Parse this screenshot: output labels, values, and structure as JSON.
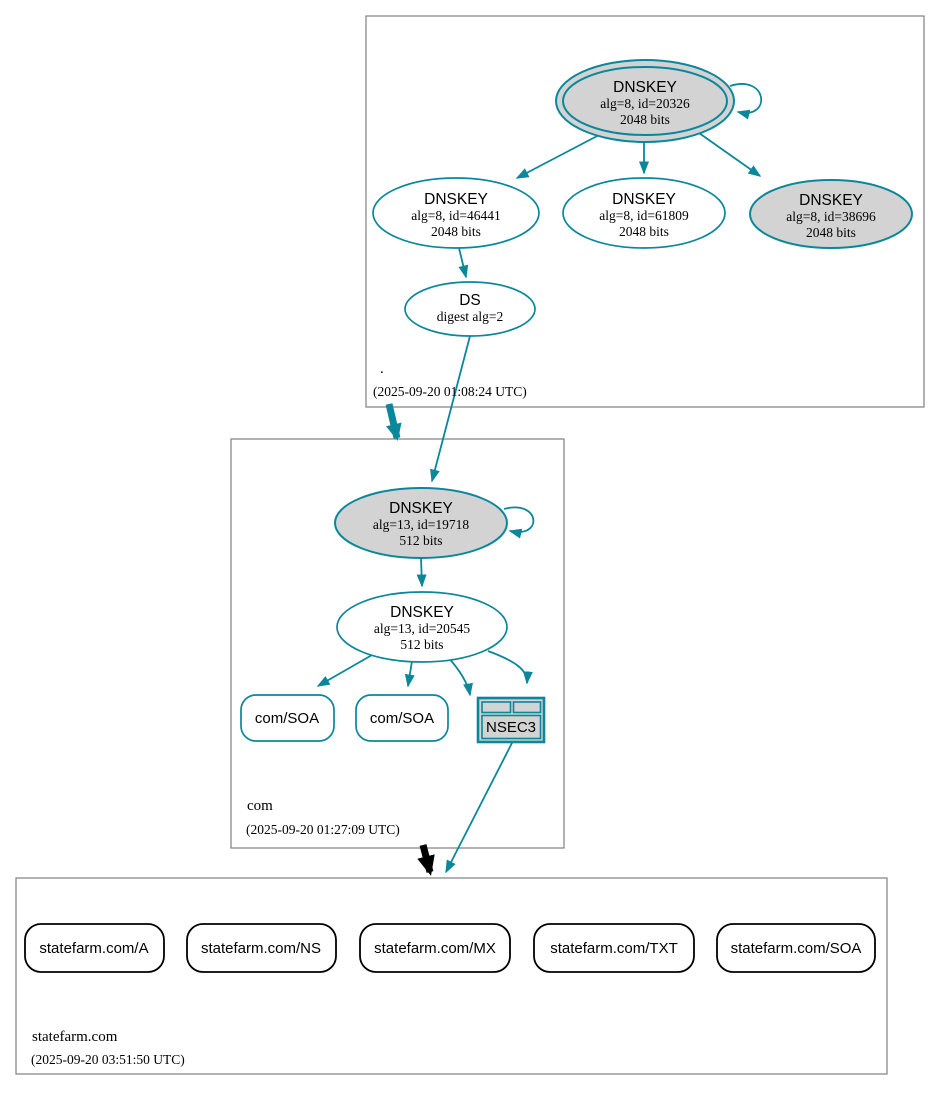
{
  "diagram": {
    "type": "dnssec-authentication-chain",
    "colors": {
      "secure": "#0a879a",
      "warning_fill": "#d3d3d3",
      "insecure": "#000000",
      "zone_border": "#7f7f7f"
    },
    "zones": {
      "root": {
        "name": ".",
        "timestamp": "(2025-09-20 01:08:24 UTC)",
        "nodes": {
          "ksk20326": {
            "title": "DNSKEY",
            "detail1": "alg=8, id=20326",
            "detail2": "2048 bits"
          },
          "key46441": {
            "title": "DNSKEY",
            "detail1": "alg=8, id=46441",
            "detail2": "2048 bits"
          },
          "key61809": {
            "title": "DNSKEY",
            "detail1": "alg=8, id=61809",
            "detail2": "2048 bits"
          },
          "key38696": {
            "title": "DNSKEY",
            "detail1": "alg=8, id=38696",
            "detail2": "2048 bits"
          },
          "ds": {
            "title": "DS",
            "detail1": "digest alg=2"
          }
        }
      },
      "com": {
        "name": "com",
        "timestamp": "(2025-09-20 01:27:09 UTC)",
        "nodes": {
          "ksk19718": {
            "title": "DNSKEY",
            "detail1": "alg=13, id=19718",
            "detail2": "512 bits"
          },
          "zsk20545": {
            "title": "DNSKEY",
            "detail1": "alg=13, id=20545",
            "detail2": "512 bits"
          },
          "soa1": {
            "label": "com/SOA"
          },
          "soa2": {
            "label": "com/SOA"
          },
          "nsec3": {
            "label": "NSEC3"
          }
        }
      },
      "statefarm": {
        "name": "statefarm.com",
        "timestamp": "(2025-09-20 03:51:50 UTC)",
        "nodes": {
          "a": {
            "label": "statefarm.com/A"
          },
          "ns": {
            "label": "statefarm.com/NS"
          },
          "mx": {
            "label": "statefarm.com/MX"
          },
          "txt": {
            "label": "statefarm.com/TXT"
          },
          "soa": {
            "label": "statefarm.com/SOA"
          }
        }
      }
    }
  }
}
